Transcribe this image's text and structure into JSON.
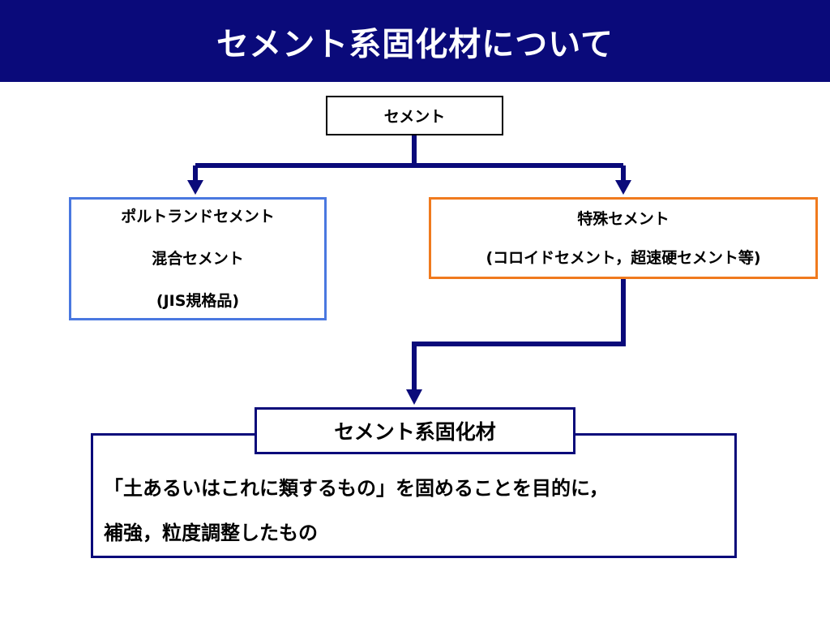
{
  "title": "セメント系固化材について",
  "root": "セメント",
  "left": {
    "lines": [
      "ポルトランドセメント",
      "混合セメント",
      "(JIS規格品)"
    ]
  },
  "right": {
    "lines": [
      "特殊セメント",
      "(コロイドセメント，超速硬セメント等)"
    ]
  },
  "definition": {
    "title": "セメント系固化材",
    "lines": [
      "「土あるいはこれに類するもの」を固めることを目的に，",
      "補強，粒度調整したもの"
    ]
  },
  "colors": {
    "title_bar": "#0a0a7a",
    "connector": "#0a0a7a",
    "left_border": "#4a78e0",
    "right_border": "#f07a1e"
  }
}
